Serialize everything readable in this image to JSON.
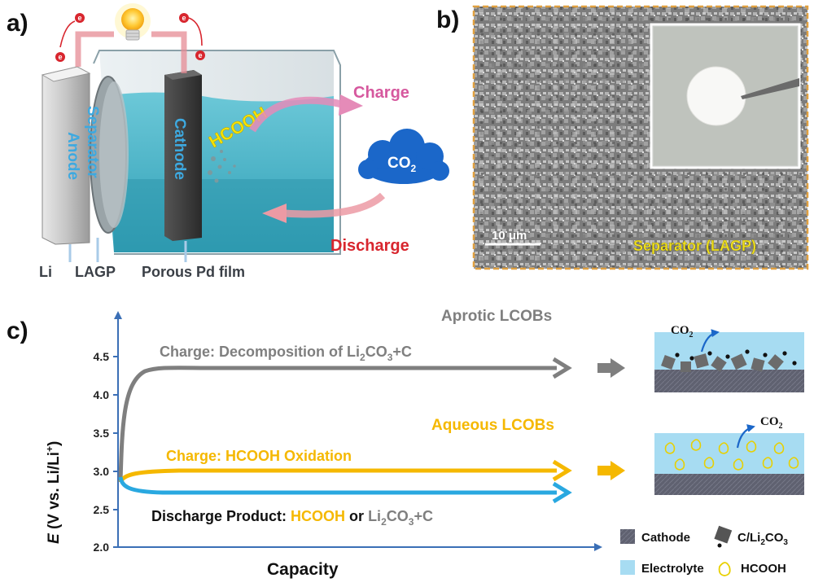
{
  "panel_a": {
    "label": "a)",
    "anode": "Anode",
    "separator": "Separator",
    "cathode": "Cathode",
    "product": "HCOOH",
    "charge": "Charge",
    "discharge": "Discharge",
    "gas_main": "CO",
    "gas_sub": "2",
    "electron_symbol": "e",
    "bottom_labels": {
      "li": "Li",
      "lagp": "LAGP",
      "pd": "Porous Pd film"
    },
    "colors": {
      "charge": "#d6589e",
      "discharge": "#d8262e",
      "electrolyte": "#4fb7c9",
      "cloud": "#1b67c9"
    }
  },
  "panel_b": {
    "label": "b)",
    "scale_bar": "10 μm",
    "caption": "Separator (LAGP)",
    "colors": {
      "border": "#e0a040",
      "caption": "#f0e020"
    }
  },
  "panel_c": {
    "label": "c)",
    "aprotic_title": "Aprotic LCOBs",
    "aqueous_title": "Aqueous LCOBs",
    "charge_aprotic": {
      "pre": "Charge: Decomposition of Li",
      "sub": "2",
      "post": "CO",
      "sub2": "3",
      "tail": "+C"
    },
    "charge_aqueous": "Charge: HCOOH Oxidation",
    "discharge": {
      "pre": "Discharge Product: ",
      "product1": "HCOOH",
      "mid": " or ",
      "product2_pre": "Li",
      "sub": "2",
      "product2_mid": "CO",
      "sub2": "3",
      "product2_post": "+C"
    },
    "ylabel": {
      "e": "E",
      "rest": " (V vs. Li/Li",
      "sup": "+",
      "close": ")"
    },
    "xlabel": "Capacity",
    "yticks": [
      "4.5",
      "4.0",
      "3.5",
      "3.0",
      "2.5",
      "2.0"
    ],
    "gas": {
      "main": "CO",
      "sub": "2"
    },
    "legend": {
      "cathode": "Cathode",
      "c_li2co3": {
        "pre": "C/Li",
        "sub": "2",
        "mid": "CO",
        "sub2": "3"
      },
      "electrolyte": "Electrolyte",
      "hcooh": "HCOOH"
    },
    "colors": {
      "aprotic": "#7f7f7f",
      "aqueous": "#f5b800",
      "discharge": "#29a8e0",
      "axis": "#3b6fb6",
      "electrolyte": "#a7dcf2",
      "cathode": "#5f6170"
    }
  }
}
